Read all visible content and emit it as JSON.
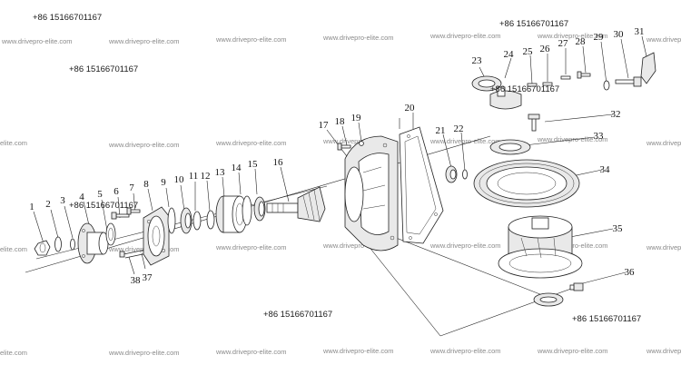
{
  "phone_overlays": [
    {
      "text": "+86 15166701167"
    },
    {
      "text": "+86 15166701167"
    },
    {
      "text": "+86 15166701167"
    },
    {
      "text": "+86 15166701167"
    },
    {
      "text": "+86 15166701167"
    },
    {
      "text": "+86 15166701167"
    },
    {
      "text": "+86 15166701167"
    }
  ],
  "watermarks": [
    {
      "text": "www.drivepro-elite.com"
    },
    {
      "text": "www.drivepro-elite.com"
    },
    {
      "text": "www.drivepro-elite.com"
    },
    {
      "text": "www.drivepro-elite.com"
    },
    {
      "text": "www.drivepro-elite.com"
    },
    {
      "text": "www.drivepro-elite.com"
    },
    {
      "text": "www.drivepro-elite.com"
    },
    {
      "text": "elite.com"
    },
    {
      "text": "www.drivepro-elite.com"
    },
    {
      "text": "www.drivepro-elite.com"
    },
    {
      "text": "www.drivepro-elite.com"
    },
    {
      "text": "www.drivepro-elite.com"
    },
    {
      "text": "www.drivepro-elite.com"
    },
    {
      "text": "www.drivepro-elite.com"
    },
    {
      "text": "elite.com"
    },
    {
      "text": "www.drivepro-elite.com"
    },
    {
      "text": "www.drivepro-elite.com"
    },
    {
      "text": "www.drivepro-elite.com"
    },
    {
      "text": "www.drivepro-elite.com"
    },
    {
      "text": "www.drivepro-elite.com"
    },
    {
      "text": "www.drivepro-elite.com"
    },
    {
      "text": "elite.com"
    },
    {
      "text": "www.drivepro-elite.com"
    },
    {
      "text": "www.drivepro-elite.com"
    },
    {
      "text": "www.drivepro-elite.com"
    },
    {
      "text": "www.drivepro-elite.com"
    },
    {
      "text": "www.drivepro-elite.com"
    },
    {
      "text": "www.drivepro-elite.com"
    }
  ],
  "callouts": [
    {
      "label": "1"
    },
    {
      "label": "2"
    },
    {
      "label": "3"
    },
    {
      "label": "4"
    },
    {
      "label": "5"
    },
    {
      "label": "6"
    },
    {
      "label": "7"
    },
    {
      "label": "8"
    },
    {
      "label": "9"
    },
    {
      "label": "10"
    },
    {
      "label": "11"
    },
    {
      "label": "12"
    },
    {
      "label": "13"
    },
    {
      "label": "14"
    },
    {
      "label": "15"
    },
    {
      "label": "16"
    },
    {
      "label": "17"
    },
    {
      "label": "18"
    },
    {
      "label": "19"
    },
    {
      "label": "20"
    },
    {
      "label": "21"
    },
    {
      "label": "22"
    },
    {
      "label": "23"
    },
    {
      "label": "24"
    },
    {
      "label": "25"
    },
    {
      "label": "26"
    },
    {
      "label": "27"
    },
    {
      "label": "28"
    },
    {
      "label": "29"
    },
    {
      "label": "30"
    },
    {
      "label": "31"
    },
    {
      "label": "32"
    },
    {
      "label": "33"
    },
    {
      "label": "34"
    },
    {
      "label": "35"
    },
    {
      "label": "36"
    },
    {
      "label": "37"
    },
    {
      "label": "38"
    }
  ]
}
